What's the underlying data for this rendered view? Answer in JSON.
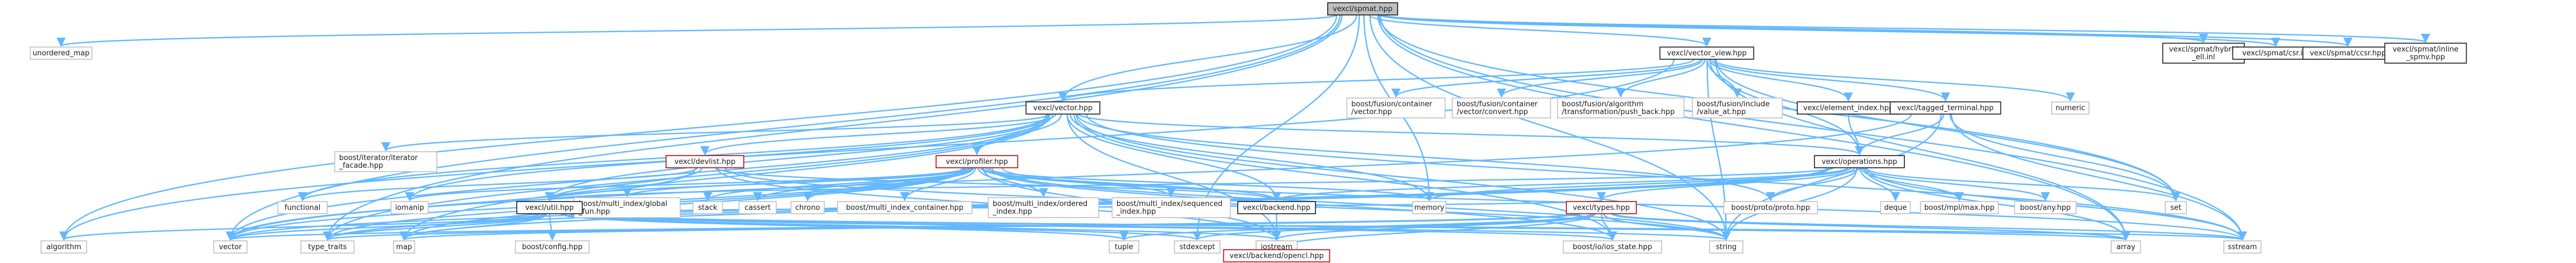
{
  "graph": {
    "nodes": [
      {
        "id": "root",
        "label": "vexcl/spmat.hpp",
        "style": "root"
      },
      {
        "id": "unordered_map",
        "label": "unordered_map",
        "style": "plain"
      },
      {
        "id": "vector_view",
        "label": "vexcl/vector_view.hpp",
        "style": "framed"
      },
      {
        "id": "hybrid_ell",
        "label": "vexcl/spmat/hybrid\n_ell.inl",
        "style": "framed"
      },
      {
        "id": "csr_inl",
        "label": "vexcl/spmat/csr.inl",
        "style": "framed"
      },
      {
        "id": "ccsr",
        "label": "vexcl/spmat/ccsr.hpp",
        "style": "framed"
      },
      {
        "id": "inline_spmv",
        "label": "vexcl/spmat/inline\n_spmv.hpp",
        "style": "framed"
      },
      {
        "id": "vector_hpp",
        "label": "vexcl/vector.hpp",
        "style": "framed"
      },
      {
        "id": "fusion_vector",
        "label": "boost/fusion/container\n/vector.hpp",
        "style": "plain"
      },
      {
        "id": "fusion_convert",
        "label": "boost/fusion/container\n/vector/convert.hpp",
        "style": "plain"
      },
      {
        "id": "fusion_pushback",
        "label": "boost/fusion/algorithm\n/transformation/push_back.hpp",
        "style": "plain"
      },
      {
        "id": "fusion_valueat",
        "label": "boost/fusion/include\n/value_at.hpp",
        "style": "plain"
      },
      {
        "id": "element_index",
        "label": "vexcl/element_index.hpp",
        "style": "framed"
      },
      {
        "id": "tagged_terminal",
        "label": "vexcl/tagged_terminal.hpp",
        "style": "framed"
      },
      {
        "id": "numeric",
        "label": "numeric",
        "style": "plain"
      },
      {
        "id": "iterator_facade",
        "label": "boost/iterator/iterator\n_facade.hpp",
        "style": "plain"
      },
      {
        "id": "devlist",
        "label": "vexcl/devlist.hpp",
        "style": "red"
      },
      {
        "id": "profiler",
        "label": "vexcl/profiler.hpp",
        "style": "red"
      },
      {
        "id": "operations",
        "label": "vexcl/operations.hpp",
        "style": "framed"
      },
      {
        "id": "functional",
        "label": "functional",
        "style": "plain"
      },
      {
        "id": "iomanip",
        "label": "iomanip",
        "style": "plain"
      },
      {
        "id": "mi_global_fun",
        "label": "boost/multi_index/global\n_fun.hpp",
        "style": "plain"
      },
      {
        "id": "stack",
        "label": "stack",
        "style": "plain"
      },
      {
        "id": "cassert",
        "label": "cassert",
        "style": "plain"
      },
      {
        "id": "chrono",
        "label": "chrono",
        "style": "plain"
      },
      {
        "id": "mi_container",
        "label": "boost/multi_index_container.hpp",
        "style": "plain"
      },
      {
        "id": "mi_ordered",
        "label": "boost/multi_index/ordered\n_index.hpp",
        "style": "plain"
      },
      {
        "id": "mi_sequenced",
        "label": "boost/multi_index/sequenced\n_index.hpp",
        "style": "plain"
      },
      {
        "id": "memory",
        "label": "memory",
        "style": "plain"
      },
      {
        "id": "backend",
        "label": "vexcl/backend.hpp",
        "style": "framed"
      },
      {
        "id": "proto",
        "label": "boost/proto/proto.hpp",
        "style": "plain"
      },
      {
        "id": "deque",
        "label": "deque",
        "style": "plain"
      },
      {
        "id": "mpl_max",
        "label": "boost/mpl/max.hpp",
        "style": "plain"
      },
      {
        "id": "any",
        "label": "boost/any.hpp",
        "style": "plain"
      },
      {
        "id": "set",
        "label": "set",
        "style": "plain"
      },
      {
        "id": "util",
        "label": "vexcl/util.hpp",
        "style": "framed"
      },
      {
        "id": "types",
        "label": "vexcl/types.hpp",
        "style": "red"
      },
      {
        "id": "algorithm",
        "label": "algorithm",
        "style": "plain"
      },
      {
        "id": "vector_std",
        "label": "vector",
        "style": "plain"
      },
      {
        "id": "type_traits",
        "label": "type_traits",
        "style": "plain"
      },
      {
        "id": "map",
        "label": "map",
        "style": "plain"
      },
      {
        "id": "config",
        "label": "boost/config.hpp",
        "style": "plain"
      },
      {
        "id": "tuple",
        "label": "tuple",
        "style": "plain"
      },
      {
        "id": "stdexcept",
        "label": "stdexcept",
        "style": "plain"
      },
      {
        "id": "iostream",
        "label": "iostream",
        "style": "plain"
      },
      {
        "id": "io_state",
        "label": "boost/io/ios_state.hpp",
        "style": "plain"
      },
      {
        "id": "string",
        "label": "string",
        "style": "plain"
      },
      {
        "id": "array",
        "label": "array",
        "style": "plain"
      },
      {
        "id": "sstream",
        "label": "sstream",
        "style": "plain"
      },
      {
        "id": "backend_opencl",
        "label": "vexcl/backend/opencl.hpp",
        "style": "red"
      }
    ],
    "edges": [
      [
        "root",
        "unordered_map"
      ],
      [
        "root",
        "vector_view"
      ],
      [
        "root",
        "hybrid_ell"
      ],
      [
        "root",
        "csr_inl"
      ],
      [
        "root",
        "ccsr"
      ],
      [
        "root",
        "inline_spmv"
      ],
      [
        "root",
        "vector_hpp"
      ],
      [
        "root",
        "algorithm"
      ],
      [
        "root",
        "vector_std"
      ],
      [
        "root",
        "type_traits"
      ],
      [
        "root",
        "set"
      ],
      [
        "root",
        "string"
      ],
      [
        "root",
        "array"
      ],
      [
        "root",
        "sstream"
      ],
      [
        "root",
        "memory"
      ],
      [
        "root",
        "stdexcept"
      ],
      [
        "vector_view",
        "vector_hpp"
      ],
      [
        "vector_view",
        "fusion_vector"
      ],
      [
        "vector_view",
        "fusion_convert"
      ],
      [
        "vector_view",
        "fusion_pushback"
      ],
      [
        "vector_view",
        "fusion_valueat"
      ],
      [
        "vector_view",
        "element_index"
      ],
      [
        "vector_view",
        "tagged_terminal"
      ],
      [
        "vector_view",
        "numeric"
      ],
      [
        "vector_view",
        "operations"
      ],
      [
        "vector_view",
        "array"
      ],
      [
        "vector_view",
        "algorithm"
      ],
      [
        "vector_view",
        "string"
      ],
      [
        "vector_view",
        "set"
      ],
      [
        "vector_hpp",
        "iterator_facade"
      ],
      [
        "vector_hpp",
        "devlist"
      ],
      [
        "vector_hpp",
        "profiler"
      ],
      [
        "vector_hpp",
        "operations"
      ],
      [
        "vector_hpp",
        "functional"
      ],
      [
        "vector_hpp",
        "iomanip"
      ],
      [
        "vector_hpp",
        "util"
      ],
      [
        "vector_hpp",
        "backend"
      ],
      [
        "vector_hpp",
        "memory"
      ],
      [
        "vector_hpp",
        "vector_std"
      ],
      [
        "vector_hpp",
        "map"
      ],
      [
        "vector_hpp",
        "type_traits"
      ],
      [
        "vector_hpp",
        "string"
      ],
      [
        "vector_hpp",
        "sstream"
      ],
      [
        "vector_hpp",
        "iostream"
      ],
      [
        "vector_hpp",
        "io_state"
      ],
      [
        "vector_hpp",
        "proto"
      ],
      [
        "element_index",
        "operations"
      ],
      [
        "tagged_terminal",
        "operations"
      ],
      [
        "tagged_terminal",
        "string"
      ],
      [
        "tagged_terminal",
        "set"
      ],
      [
        "tagged_terminal",
        "sstream"
      ],
      [
        "tagged_terminal",
        "vector_std"
      ],
      [
        "devlist",
        "util"
      ],
      [
        "devlist",
        "backend"
      ],
      [
        "devlist",
        "vector_std"
      ],
      [
        "devlist",
        "functional"
      ],
      [
        "devlist",
        "string"
      ],
      [
        "devlist",
        "iostream"
      ],
      [
        "profiler",
        "util"
      ],
      [
        "profiler",
        "backend"
      ],
      [
        "profiler",
        "mi_global_fun"
      ],
      [
        "profiler",
        "stack"
      ],
      [
        "profiler",
        "cassert"
      ],
      [
        "profiler",
        "chrono"
      ],
      [
        "profiler",
        "mi_container"
      ],
      [
        "profiler",
        "mi_ordered"
      ],
      [
        "profiler",
        "mi_sequenced"
      ],
      [
        "profiler",
        "memory"
      ],
      [
        "profiler",
        "map"
      ],
      [
        "profiler",
        "vector_std"
      ],
      [
        "profiler",
        "string"
      ],
      [
        "profiler",
        "iomanip"
      ],
      [
        "profiler",
        "iostream"
      ],
      [
        "profiler",
        "io_state"
      ],
      [
        "profiler",
        "sstream"
      ],
      [
        "profiler",
        "type_traits"
      ],
      [
        "operations",
        "proto"
      ],
      [
        "operations",
        "deque"
      ],
      [
        "operations",
        "mpl_max"
      ],
      [
        "operations",
        "any"
      ],
      [
        "operations",
        "set"
      ],
      [
        "operations",
        "types"
      ],
      [
        "operations",
        "util"
      ],
      [
        "operations",
        "backend"
      ],
      [
        "operations",
        "memory"
      ],
      [
        "operations",
        "map"
      ],
      [
        "operations",
        "vector_std"
      ],
      [
        "operations",
        "string"
      ],
      [
        "operations",
        "array"
      ],
      [
        "operations",
        "type_traits"
      ],
      [
        "operations",
        "sstream"
      ],
      [
        "util",
        "algorithm"
      ],
      [
        "util",
        "vector_std"
      ],
      [
        "util",
        "type_traits"
      ],
      [
        "util",
        "map"
      ],
      [
        "util",
        "config"
      ],
      [
        "util",
        "tuple"
      ],
      [
        "util",
        "stdexcept"
      ],
      [
        "util",
        "iostream"
      ],
      [
        "util",
        "io_state"
      ],
      [
        "util",
        "string"
      ],
      [
        "util",
        "array"
      ],
      [
        "util",
        "sstream"
      ],
      [
        "util",
        "types"
      ],
      [
        "types",
        "vector_std"
      ],
      [
        "types",
        "type_traits"
      ],
      [
        "types",
        "map"
      ],
      [
        "types",
        "tuple"
      ],
      [
        "types",
        "stdexcept"
      ],
      [
        "types",
        "iostream"
      ],
      [
        "types",
        "io_state"
      ],
      [
        "types",
        "string"
      ],
      [
        "types",
        "array"
      ],
      [
        "types",
        "sstream"
      ],
      [
        "types",
        "backend_opencl"
      ],
      [
        "backend",
        "backend_opencl"
      ]
    ]
  }
}
